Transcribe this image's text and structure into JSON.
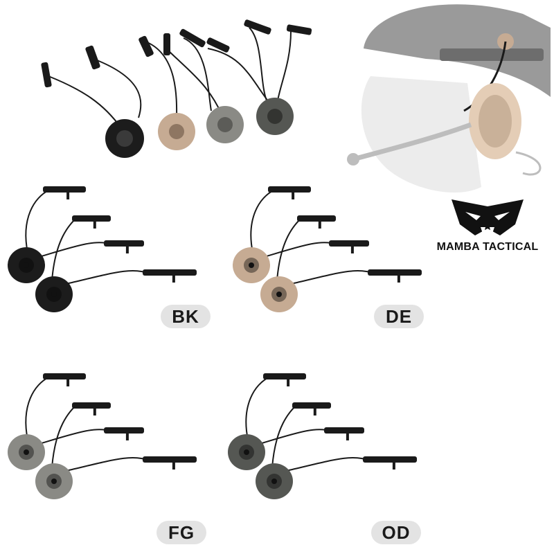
{
  "brand": {
    "name": "MAMBA TACTICAL",
    "logo_icon": "mamba-snake-logo-icon"
  },
  "colors": {
    "BK": "#1c1c1c",
    "DE": "#c6ab93",
    "FG": "#8a8a85",
    "OD": "#555753"
  },
  "variants": [
    {
      "code": "BK"
    },
    {
      "code": "DE"
    },
    {
      "code": "FG"
    },
    {
      "code": "OD"
    }
  ]
}
